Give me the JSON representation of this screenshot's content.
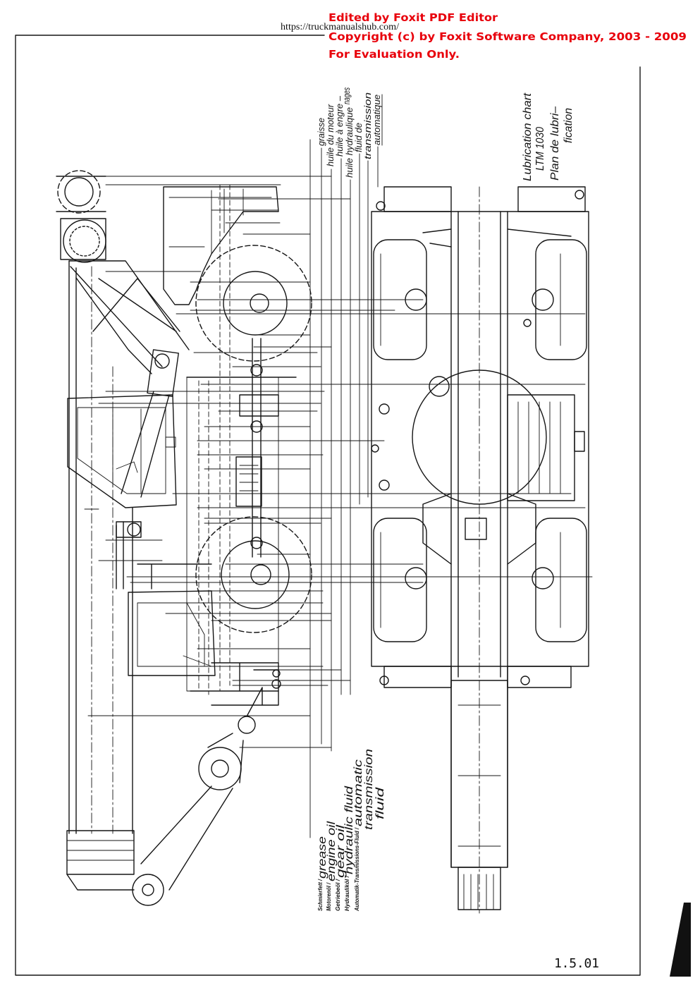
{
  "watermark": {
    "line1": "Edited by Foxit PDF Editor",
    "line2": "Copyright (c) by Foxit Software Company, 2003 - 2009",
    "line3": "For Evaluation Only.",
    "color": "#e8000b"
  },
  "source_url": "https://truckmanualshub.com/",
  "header_labels_fr": [
    "graisse",
    "huile du moteur",
    "huile à engre –",
    "nages",
    "huile hydraulique",
    "fluid de",
    "transmission",
    "automatique"
  ],
  "title_block": {
    "line1": "Lubrication chart",
    "line2": "LTM 1030",
    "line3": "Plan de lubri–",
    "line4": "fication"
  },
  "legend": {
    "de": [
      "Schmierfett /",
      "Motorenöl /",
      "Getriebeöl /",
      "Hydrauliköl /",
      "Automatik-Transmissions-Fluid /"
    ],
    "en": [
      "grease",
      "engine oil",
      "gear oil",
      "hydraulic fluid",
      "automatic",
      "transmission",
      "fluid"
    ]
  },
  "page_number": "1.5.01"
}
